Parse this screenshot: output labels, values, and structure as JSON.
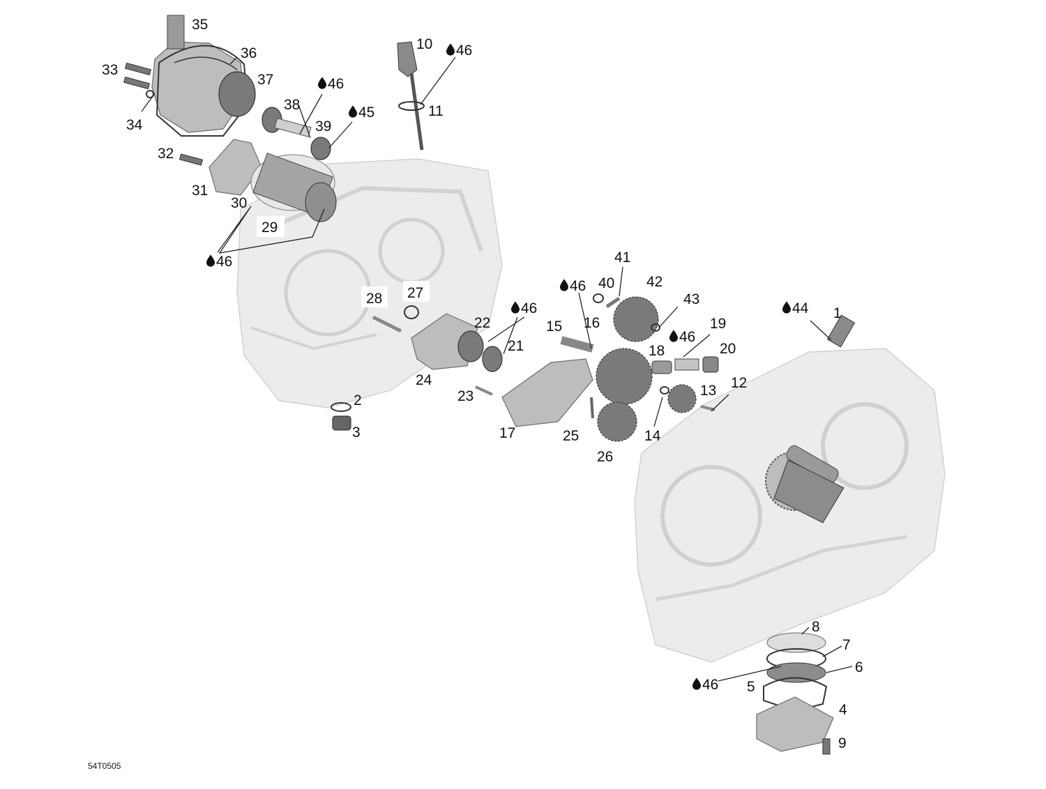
{
  "diagram": {
    "reference": "54T0505",
    "oil_symbol": "oil-drop-icon",
    "labels": [
      {
        "id": "1",
        "text": "1"
      },
      {
        "id": "2",
        "text": "2"
      },
      {
        "id": "3",
        "text": "3"
      },
      {
        "id": "4",
        "text": "4"
      },
      {
        "id": "5",
        "text": "5"
      },
      {
        "id": "6",
        "text": "6"
      },
      {
        "id": "7",
        "text": "7"
      },
      {
        "id": "8",
        "text": "8"
      },
      {
        "id": "9",
        "text": "9"
      },
      {
        "id": "10",
        "text": "10"
      },
      {
        "id": "11",
        "text": "11"
      },
      {
        "id": "12",
        "text": "12"
      },
      {
        "id": "13",
        "text": "13"
      },
      {
        "id": "14",
        "text": "14"
      },
      {
        "id": "15",
        "text": "15"
      },
      {
        "id": "16",
        "text": "16"
      },
      {
        "id": "17",
        "text": "17"
      },
      {
        "id": "18",
        "text": "18"
      },
      {
        "id": "19",
        "text": "19"
      },
      {
        "id": "20",
        "text": "20"
      },
      {
        "id": "21",
        "text": "21"
      },
      {
        "id": "22",
        "text": "22"
      },
      {
        "id": "23",
        "text": "23"
      },
      {
        "id": "24",
        "text": "24"
      },
      {
        "id": "25",
        "text": "25"
      },
      {
        "id": "26",
        "text": "26"
      },
      {
        "id": "27",
        "text": "27"
      },
      {
        "id": "28",
        "text": "28"
      },
      {
        "id": "29",
        "text": "29"
      },
      {
        "id": "30",
        "text": "30"
      },
      {
        "id": "31",
        "text": "31"
      },
      {
        "id": "32",
        "text": "32"
      },
      {
        "id": "33",
        "text": "33"
      },
      {
        "id": "34",
        "text": "34"
      },
      {
        "id": "35",
        "text": "35"
      },
      {
        "id": "36",
        "text": "36"
      },
      {
        "id": "37",
        "text": "37"
      },
      {
        "id": "38",
        "text": "38"
      },
      {
        "id": "39",
        "text": "39"
      },
      {
        "id": "40",
        "text": "40"
      },
      {
        "id": "41",
        "text": "41"
      },
      {
        "id": "42",
        "text": "42"
      },
      {
        "id": "43",
        "text": "43"
      }
    ],
    "lubricant_labels": [
      {
        "id": "l46a",
        "text": "46"
      },
      {
        "id": "l46b",
        "text": "46"
      },
      {
        "id": "l45",
        "text": "45"
      },
      {
        "id": "l46c",
        "text": "46"
      },
      {
        "id": "l46d",
        "text": "46"
      },
      {
        "id": "l46e",
        "text": "46"
      },
      {
        "id": "l46f",
        "text": "46"
      },
      {
        "id": "l44",
        "text": "44"
      },
      {
        "id": "l46g",
        "text": "46"
      }
    ]
  }
}
